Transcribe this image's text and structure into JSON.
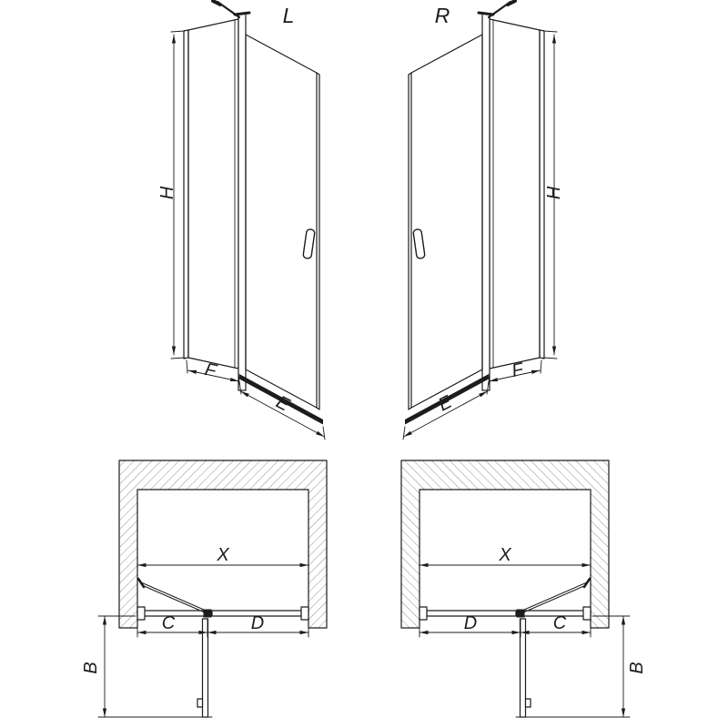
{
  "drawing": {
    "left_variant": {
      "label": "L",
      "height": "H",
      "fixed_width": "F",
      "door_width": "E"
    },
    "right_variant": {
      "label": "R",
      "height": "H",
      "fixed_width": "F",
      "door_width": "E"
    },
    "left_plan": {
      "opening_width": "X",
      "fixed_panel": "C",
      "door_panel": "D",
      "door_projection": "B"
    },
    "right_plan": {
      "opening_width": "X",
      "fixed_panel": "C",
      "door_panel": "D",
      "door_projection": "B"
    },
    "colors": {
      "line": "#1c1c1c",
      "hatch": "#909090"
    }
  }
}
